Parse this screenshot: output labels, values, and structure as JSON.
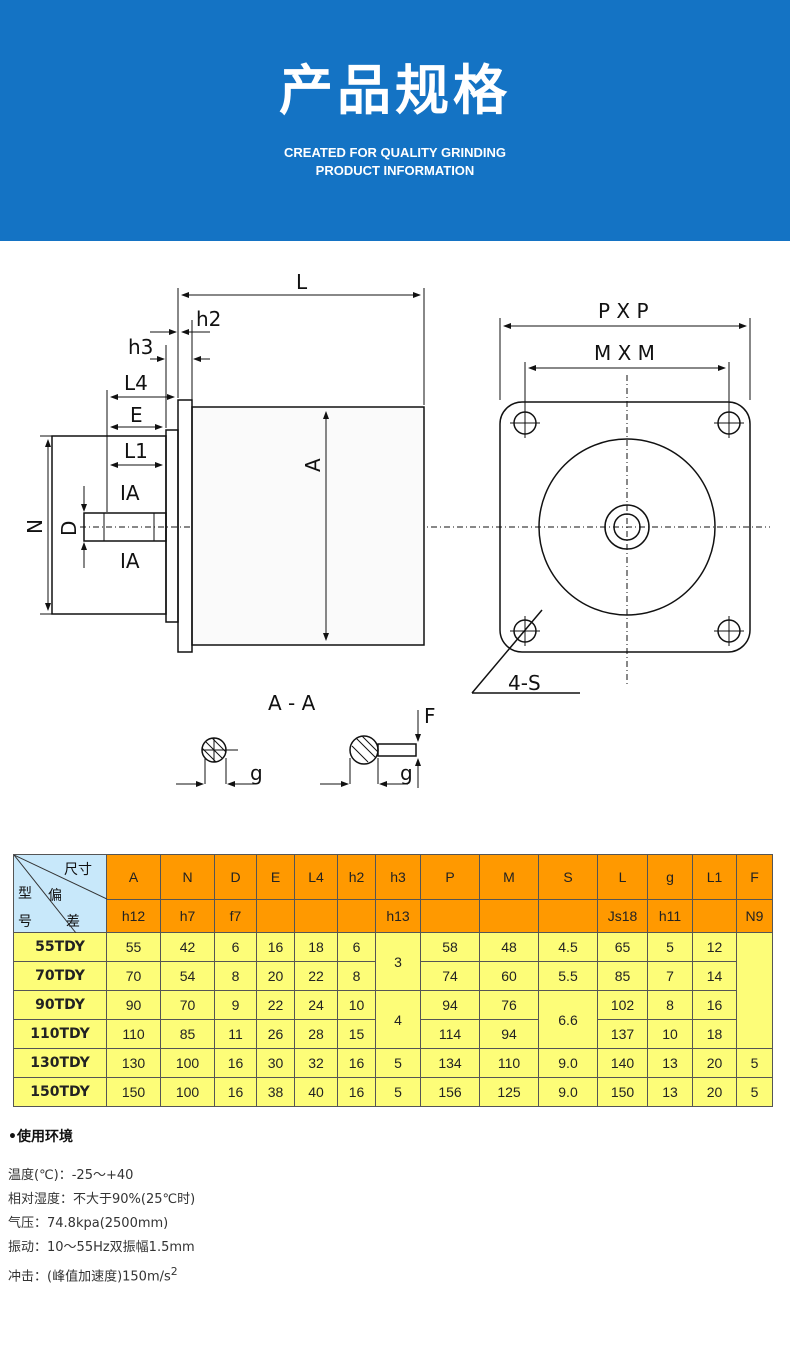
{
  "banner": {
    "title": "产品规格",
    "subtitle_line1": "CREATED FOR QUALITY GRINDING",
    "subtitle_line2": "PRODUCT INFORMATION"
  },
  "diagram": {
    "labels": {
      "L": "L",
      "h2": "h2",
      "h3": "h3",
      "L4": "L4",
      "E": "E",
      "L1": "L1",
      "IA": "IA",
      "N": "N",
      "D": "D",
      "A": "A",
      "PXP": "P X P",
      "MXM": "M X M",
      "S4": "4-S",
      "AA": "A - A",
      "F": "F",
      "g": "g"
    }
  },
  "table": {
    "corner": {
      "chicun": "尺寸",
      "pian": "偏",
      "cha": "差",
      "xing": "型",
      "hao": "号"
    },
    "columns": [
      "A",
      "N",
      "D",
      "E",
      "L4",
      "h2",
      "h3",
      "P",
      "M",
      "S",
      "L",
      "g",
      "L1",
      "F"
    ],
    "tolerances": [
      "h12",
      "h7",
      "f7",
      "",
      "",
      "",
      "h13",
      "",
      "",
      "",
      "Js18",
      "h11",
      "",
      "N9"
    ],
    "rows": [
      {
        "model": "55TDY",
        "A": "55",
        "N": "42",
        "D": "6",
        "E": "16",
        "L4": "18",
        "h2": "6",
        "h3": "3",
        "P": "58",
        "M": "48",
        "S": "4.5",
        "L": "65",
        "g": "5",
        "L1": "12",
        "F": ""
      },
      {
        "model": "70TDY",
        "A": "70",
        "N": "54",
        "D": "8",
        "E": "20",
        "L4": "22",
        "h2": "8",
        "P": "74",
        "M": "60",
        "S": "5.5",
        "L": "85",
        "g": "7",
        "L1": "14"
      },
      {
        "model": "90TDY",
        "A": "90",
        "N": "70",
        "D": "9",
        "E": "22",
        "L4": "24",
        "h2": "10",
        "h3": "4",
        "P": "94",
        "M": "76",
        "S": "6.6",
        "L": "102",
        "g": "8",
        "L1": "16"
      },
      {
        "model": "110TDY",
        "A": "110",
        "N": "85",
        "D": "11",
        "E": "26",
        "L4": "28",
        "h2": "15",
        "P": "114",
        "M": "94",
        "L": "137",
        "g": "10",
        "L1": "18"
      },
      {
        "model": "130TDY",
        "A": "130",
        "N": "100",
        "D": "16",
        "E": "30",
        "L4": "32",
        "h2": "16",
        "h3": "5",
        "P": "134",
        "M": "110",
        "S": "9.0",
        "L": "140",
        "g": "13",
        "L1": "20",
        "F": "5"
      },
      {
        "model": "150TDY",
        "A": "150",
        "N": "100",
        "D": "16",
        "E": "38",
        "L4": "40",
        "h2": "16",
        "h3": "5",
        "P": "156",
        "M": "125",
        "S": "9.0",
        "L": "150",
        "g": "13",
        "L1": "20",
        "F": "5"
      }
    ]
  },
  "environment": {
    "title": "•使用环境",
    "lines": [
      "温度(℃)：-25～+40",
      "相对湿度：不大于90%(25℃时)",
      "气压：74.8kpa(2500mm)",
      "振动：10～55Hz双振幅1.5mm"
    ],
    "shock_text": "冲击：(峰值加速度)150m/s",
    "shock_sup": "2"
  }
}
